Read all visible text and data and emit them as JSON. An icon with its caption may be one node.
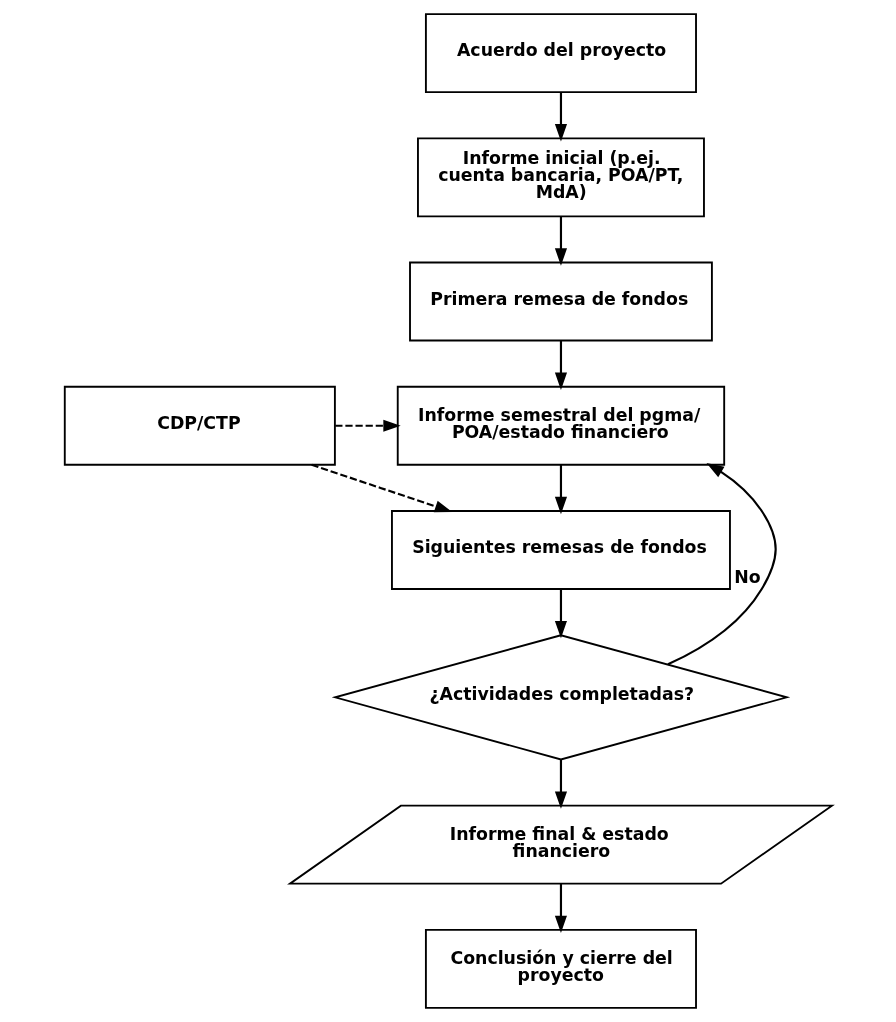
{
  "diagram": {
    "nodes": [
      {
        "text": [
          "Acuerdo del proyecto"
        ]
      },
      {
        "text": [
          "Informe inicial (p.ej. cuenta bancaria, POA/PT, MdA)"
        ]
      },
      {
        "text": [
          "Primera remesa de fondos"
        ]
      },
      {
        "text": [
          "CDP/CTP"
        ]
      },
      {
        "text": [
          "Informe semestral del pgma/ POA/estado financiero"
        ]
      },
      {
        "text": [
          "Siguientes remesas de fondos"
        ]
      },
      {
        "text": [
          "¿Actividades completadas?"
        ]
      },
      {
        "text": [
          "Informe final & estado financiero"
        ]
      },
      {
        "text": [
          "Conclusión y cierre del proyecto"
        ]
      }
    ],
    "edges": [
      {
        "from": 0,
        "to": 1,
        "arrow": "to"
      },
      {
        "from": 1,
        "to": 2,
        "arrow": "to"
      },
      {
        "from": 2,
        "to": 4,
        "arrow": "to"
      },
      {
        "from": 3,
        "to": 4,
        "arrow": "to",
        "style": "dashed"
      },
      {
        "from": 3,
        "to": 5,
        "arrow": "to",
        "style": "dashed"
      },
      {
        "from": 4,
        "to": 5,
        "arrow": "to"
      },
      {
        "from": 5,
        "to": 6,
        "arrow": "to"
      },
      {
        "from": 6,
        "to": 4,
        "arrow": "to",
        "label": "No"
      },
      {
        "from": 6,
        "to": 7,
        "arrow": "to"
      },
      {
        "from": 7,
        "to": 8,
        "arrow": "to"
      }
    ]
  }
}
